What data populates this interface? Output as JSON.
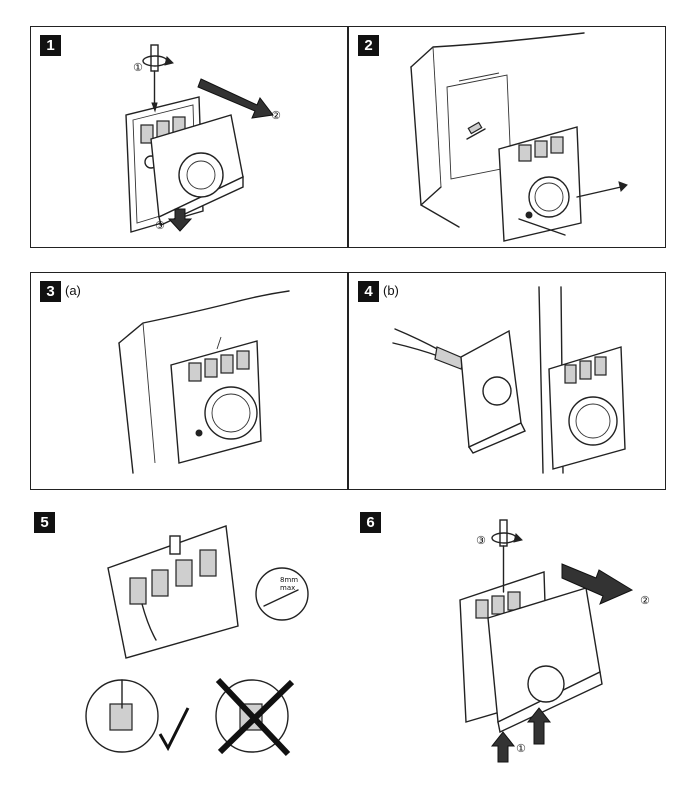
{
  "steps": [
    {
      "badge": "1",
      "sublabel": "",
      "callouts": [
        "①",
        "②",
        "③"
      ]
    },
    {
      "badge": "2",
      "sublabel": "",
      "callouts": []
    },
    {
      "badge": "3",
      "sublabel": "(a)",
      "callouts": []
    },
    {
      "badge": "4",
      "sublabel": "(b)",
      "callouts": []
    },
    {
      "badge": "5",
      "sublabel": "",
      "callouts": []
    },
    {
      "badge": "6",
      "sublabel": "",
      "callouts": [
        "③",
        "②",
        "①"
      ]
    }
  ],
  "icons": {
    "panel1": [
      "screwdriver-icon",
      "rotate-arrow-icon",
      "cover-removal-arrow-icon",
      "down-arrow-icon"
    ],
    "panel2": [
      "wall-plug-icon",
      "mounting-screw-icon"
    ],
    "panel4": [
      "pliers-icon"
    ],
    "panel5": [
      "strip-length-magnifier-icon",
      "correct-checkmark-icon",
      "incorrect-cross-icon"
    ],
    "panel6": [
      "screwdriver-icon",
      "rotate-arrow-icon",
      "cover-attach-arrow-icon",
      "up-arrow-icon"
    ]
  },
  "colors": {
    "ink": "#111111",
    "paper": "#ffffff",
    "shade": "#cfcfcf"
  }
}
